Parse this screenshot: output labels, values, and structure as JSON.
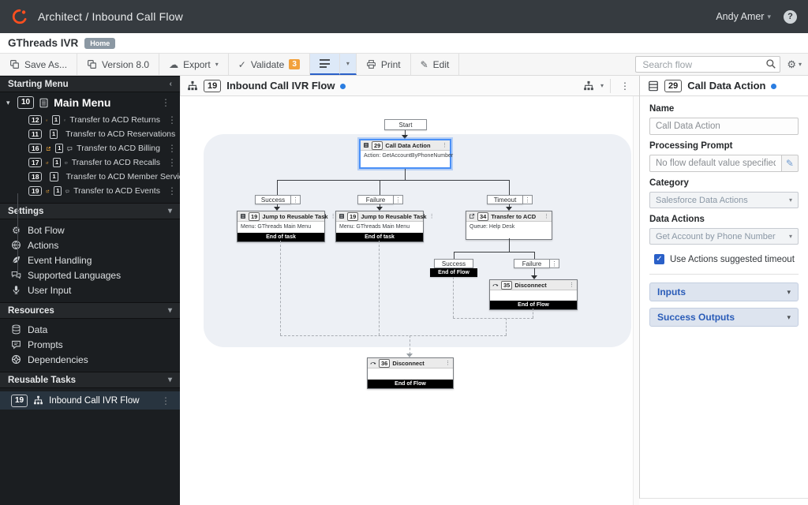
{
  "icons": {
    "kebab": "⋮",
    "caret_down": "▾",
    "collapse_left": "‹",
    "check": "✓",
    "gear": "⚙",
    "cloud": "☁",
    "pencil": "✎",
    "question": "?"
  },
  "topbar": {
    "app_title": "Architect / Inbound Call Flow",
    "user": "Andy Amer"
  },
  "flow_header": {
    "title": "GThreads IVR",
    "badge": "Home"
  },
  "toolbar": {
    "save_as": "Save As...",
    "version": "Version 8.0",
    "export": "Export",
    "validate": "Validate",
    "validate_count": "3",
    "print": "Print",
    "edit": "Edit",
    "search_placeholder": "Search flow"
  },
  "sidebar": {
    "starting_menu_header": "Starting Menu",
    "main_menu": {
      "number": "10",
      "label": "Main Menu"
    },
    "menu_items": [
      {
        "number": "12",
        "count": "1",
        "label": "Transfer to ACD Returns"
      },
      {
        "number": "11",
        "count": "1",
        "label": "Transfer to ACD Reservations"
      },
      {
        "number": "16",
        "count": "1",
        "label": "Transfer to ACD Billing"
      },
      {
        "number": "17",
        "count": "1",
        "label": "Transfer to ACD Recalls"
      },
      {
        "number": "18",
        "count": "1",
        "label": "Transfer to ACD Member Services"
      },
      {
        "number": "19",
        "count": "1",
        "label": "Transfer to ACD Events"
      }
    ],
    "settings_header": "Settings",
    "settings_items": [
      {
        "label": "Bot Flow"
      },
      {
        "label": "Actions"
      },
      {
        "label": "Event Handling"
      },
      {
        "label": "Supported Languages"
      },
      {
        "label": "User Input"
      }
    ],
    "resources_header": "Resources",
    "resources_items": [
      {
        "label": "Data"
      },
      {
        "label": "Prompts"
      },
      {
        "label": "Dependencies"
      }
    ],
    "reusable_header": "Reusable Tasks",
    "reusable_item": {
      "number": "19",
      "label": "Inbound Call IVR Flow"
    }
  },
  "canvas": {
    "header": {
      "number": "19",
      "title": "Inbound Call IVR Flow"
    }
  },
  "flow": {
    "start_label": "Start",
    "root": {
      "number": "29",
      "title": "Call Data Action",
      "body": "Action: GetAccountByPhoneNumber"
    },
    "branches": [
      {
        "label": "Success"
      },
      {
        "label": "Failure"
      },
      {
        "label": "Timeout"
      }
    ],
    "jump1": {
      "number": "19",
      "title": "Jump to Reusable Task",
      "body": "Menu: GThreads Main Menu",
      "footer": "End of task"
    },
    "jump2": {
      "number": "19",
      "title": "Jump to Reusable Task",
      "body": "Menu: GThreads Main Menu",
      "footer": "End of task"
    },
    "transfer": {
      "number": "34",
      "title": "Transfer to ACD",
      "body": "Queue: Help Desk"
    },
    "sub_success": {
      "label": "Success",
      "footer": "End of Flow"
    },
    "sub_failure": {
      "label": "Failure"
    },
    "disconnect35": {
      "number": "35",
      "title": "Disconnect",
      "footer": "End of Flow"
    },
    "disconnect36": {
      "number": "36",
      "title": "Disconnect",
      "footer": "End of Flow"
    }
  },
  "inspector": {
    "header": {
      "number": "29",
      "title": "Call Data Action"
    },
    "name_label": "Name",
    "name_value": "Call Data Action",
    "processing_prompt_label": "Processing Prompt",
    "processing_prompt_value": "No flow default value specified",
    "category_label": "Category",
    "category_value": "Salesforce Data Actions",
    "data_actions_label": "Data Actions",
    "data_actions_value": "Get Account by Phone Number",
    "timeout_checkbox_label": "Use Actions suggested timeout",
    "timeout_checked": true,
    "accordions": [
      {
        "label": "Inputs"
      },
      {
        "label": "Success Outputs"
      }
    ]
  },
  "colors": {
    "accent_blue": "#2a60c8",
    "brand_orange": "#ff4f1f",
    "badge_orange": "#f2a13c",
    "topbar_dark": "#363b40",
    "sidebar_dark": "#1b1e21",
    "selection_blue": "#4a90f7"
  }
}
